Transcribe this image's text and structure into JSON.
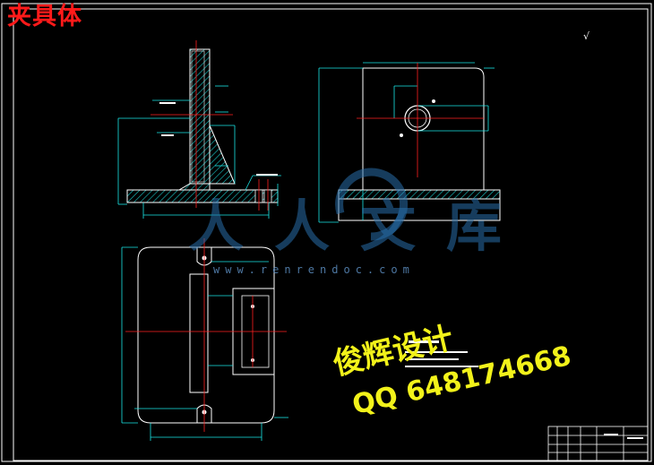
{
  "drawing": {
    "title": "夹具体",
    "roughness_symbol": "√"
  },
  "watermarks": {
    "site_brand": "人人文库",
    "site_url": "www.renrendoc.com",
    "designer": "俊辉设计",
    "qq": "QQ 648174668"
  },
  "colors": {
    "background": "#000000",
    "outline": "#ffffff",
    "dimension": "#19e6e6",
    "centerline": "#ff2020",
    "hatch": "#19c8c8",
    "title_red": "#ff1a1a",
    "watermark_yellow": "#f2f21a",
    "watermark_blue": "#286eaa"
  },
  "icons": {
    "roughness": "surface-roughness-check-icon",
    "logo": "renrendoc-swoosh-icon"
  }
}
